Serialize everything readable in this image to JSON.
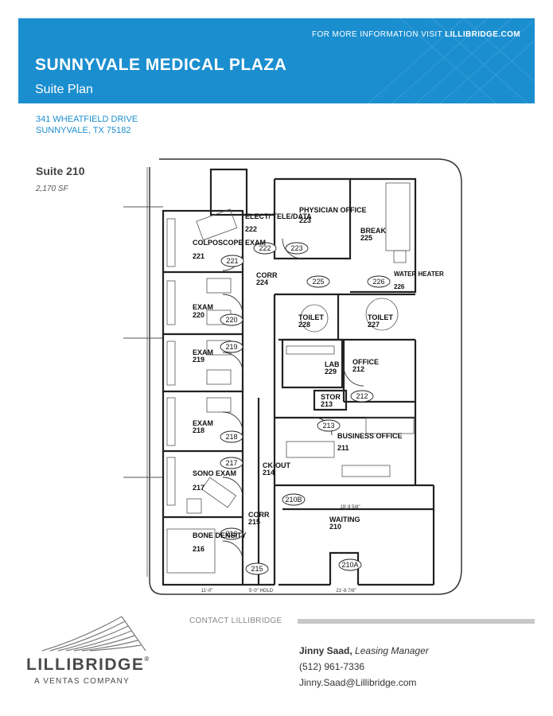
{
  "header": {
    "more_info_prefix": "FOR MORE INFORMATION VISIT",
    "more_info_site": "LILLIBRIDGE.COM",
    "title": "SUNNYVALE MEDICAL PLAZA",
    "subtitle": "Suite Plan",
    "brand_color": "#1b8ecf"
  },
  "address": {
    "line1": "341 WHEATFIELD DRIVE",
    "line2": "SUNNYVALE, TX 75182"
  },
  "suite": {
    "name": "Suite 210",
    "area": "2,170 SF"
  },
  "floorplan": {
    "rooms": [
      {
        "name": "ELECT/ TELE/DATA",
        "number": "222"
      },
      {
        "name": "PHYSICIAN OFFICE",
        "number": "223"
      },
      {
        "name": "BREAK",
        "number": "225"
      },
      {
        "name": "COLPOSCOPE EXAM",
        "number": "221"
      },
      {
        "name": "CORR",
        "number": "224"
      },
      {
        "name": "WATER HEATER",
        "number": "226"
      },
      {
        "name": "EXAM",
        "number": "220"
      },
      {
        "name": "TOILET",
        "number": "228"
      },
      {
        "name": "TOILET",
        "number": "227"
      },
      {
        "name": "EXAM",
        "number": "219"
      },
      {
        "name": "LAB",
        "number": "229"
      },
      {
        "name": "OFFICE",
        "number": "212"
      },
      {
        "name": "STOR",
        "number": "213"
      },
      {
        "name": "EXAM",
        "number": "218"
      },
      {
        "name": "BUSINESS OFFICE",
        "number": "211"
      },
      {
        "name": "SONO EXAM",
        "number": "217"
      },
      {
        "name": "CK-OUT",
        "number": "214"
      },
      {
        "name": "CORR",
        "number": "215"
      },
      {
        "name": "WAITING",
        "number": "210"
      },
      {
        "name": "BONE DENSITY",
        "number": "216"
      }
    ],
    "door_tags": [
      "222",
      "223",
      "221",
      "225",
      "226",
      "220",
      "219",
      "212",
      "213",
      "218",
      "217",
      "210B",
      "216",
      "215",
      "210A"
    ],
    "dimensions": [
      "11'-0\"",
      "5'-0\" HOLD",
      "21'-8 7/8\"",
      "19'-9 5/8\""
    ]
  },
  "contact": {
    "section_label": "CONTACT LILLIBRIDGE",
    "name": "Jinny Saad,",
    "role": "Leasing Manager",
    "phone": "(512) 961-7336",
    "email": "Jinny.Saad@Lillibridge.com"
  },
  "logo": {
    "wordmark": "LILLIBRIDGE",
    "reg_mark": "®",
    "tagline": "A VENTAS COMPANY"
  }
}
